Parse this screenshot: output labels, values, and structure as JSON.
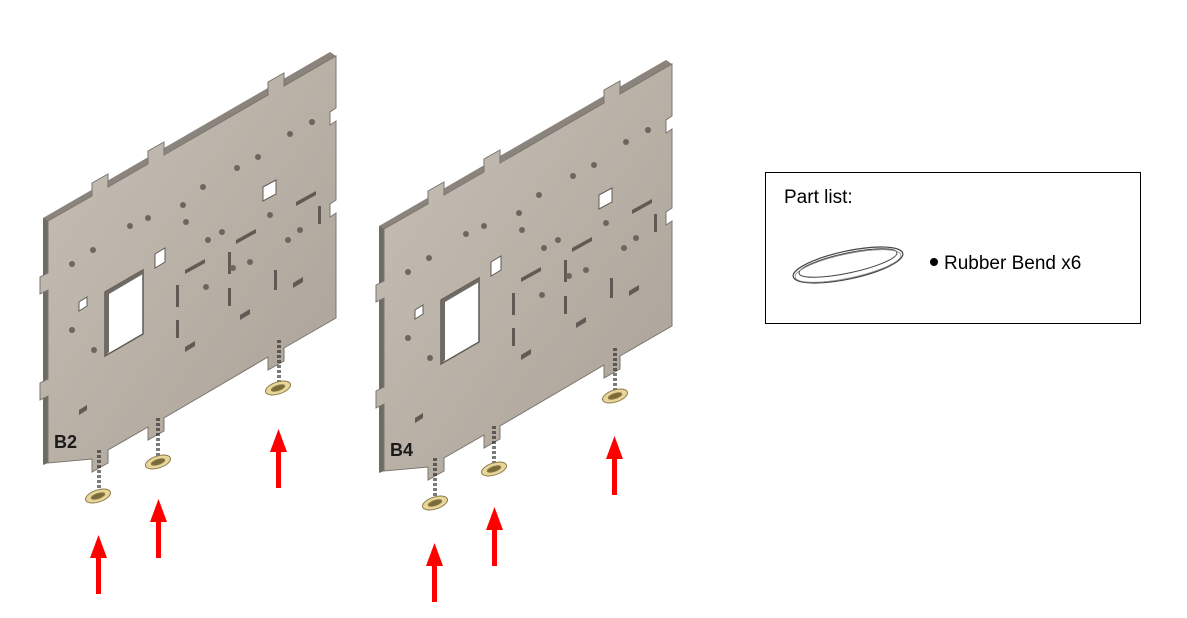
{
  "plates": [
    {
      "label": "B2"
    },
    {
      "label": "B4"
    }
  ],
  "part_list": {
    "title": "Part list:",
    "item_label": "Rubber Bend x6",
    "icon": "rubber-band-icon"
  },
  "colors": {
    "plate_face": "#bcb4aa",
    "plate_edge": "#6e6a64",
    "bushing": "#e7d59a",
    "arrow": "#ff0000"
  }
}
